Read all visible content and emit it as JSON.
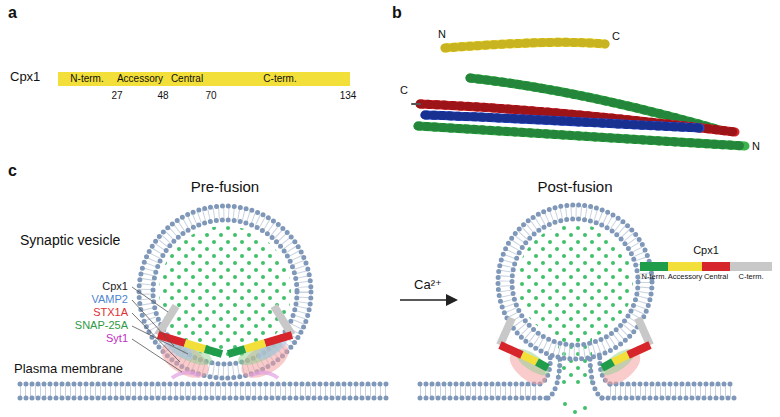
{
  "diagram": {
    "nodes": [
      {
        "text": [
          "N-term.",
          "Accessory",
          "Central",
          "C-term."
        ]
      }
    ],
    "labels": [
      "a",
      "Cpx1",
      "27",
      "48",
      "70",
      "134",
      "b",
      "N",
      "C",
      "C",
      "N",
      "c",
      "Pre-fusion",
      "Post-fusion",
      "Synaptic vesicle",
      "Cpx1",
      "VAMP2",
      "STX1A",
      "SNAP-25A",
      "Syt1",
      "Ca²⁺",
      "Plasma membrane",
      "Cpx1"
    ],
    "legend": [
      {
        "text": "N-term.",
        "color": "#1f9d4b"
      },
      {
        "text": "Accessory",
        "color": "#f2df3a"
      },
      {
        "text": "Central",
        "color": "#d7262b"
      },
      {
        "text": "C-term.",
        "color": "#c8c8c8"
      }
    ]
  }
}
